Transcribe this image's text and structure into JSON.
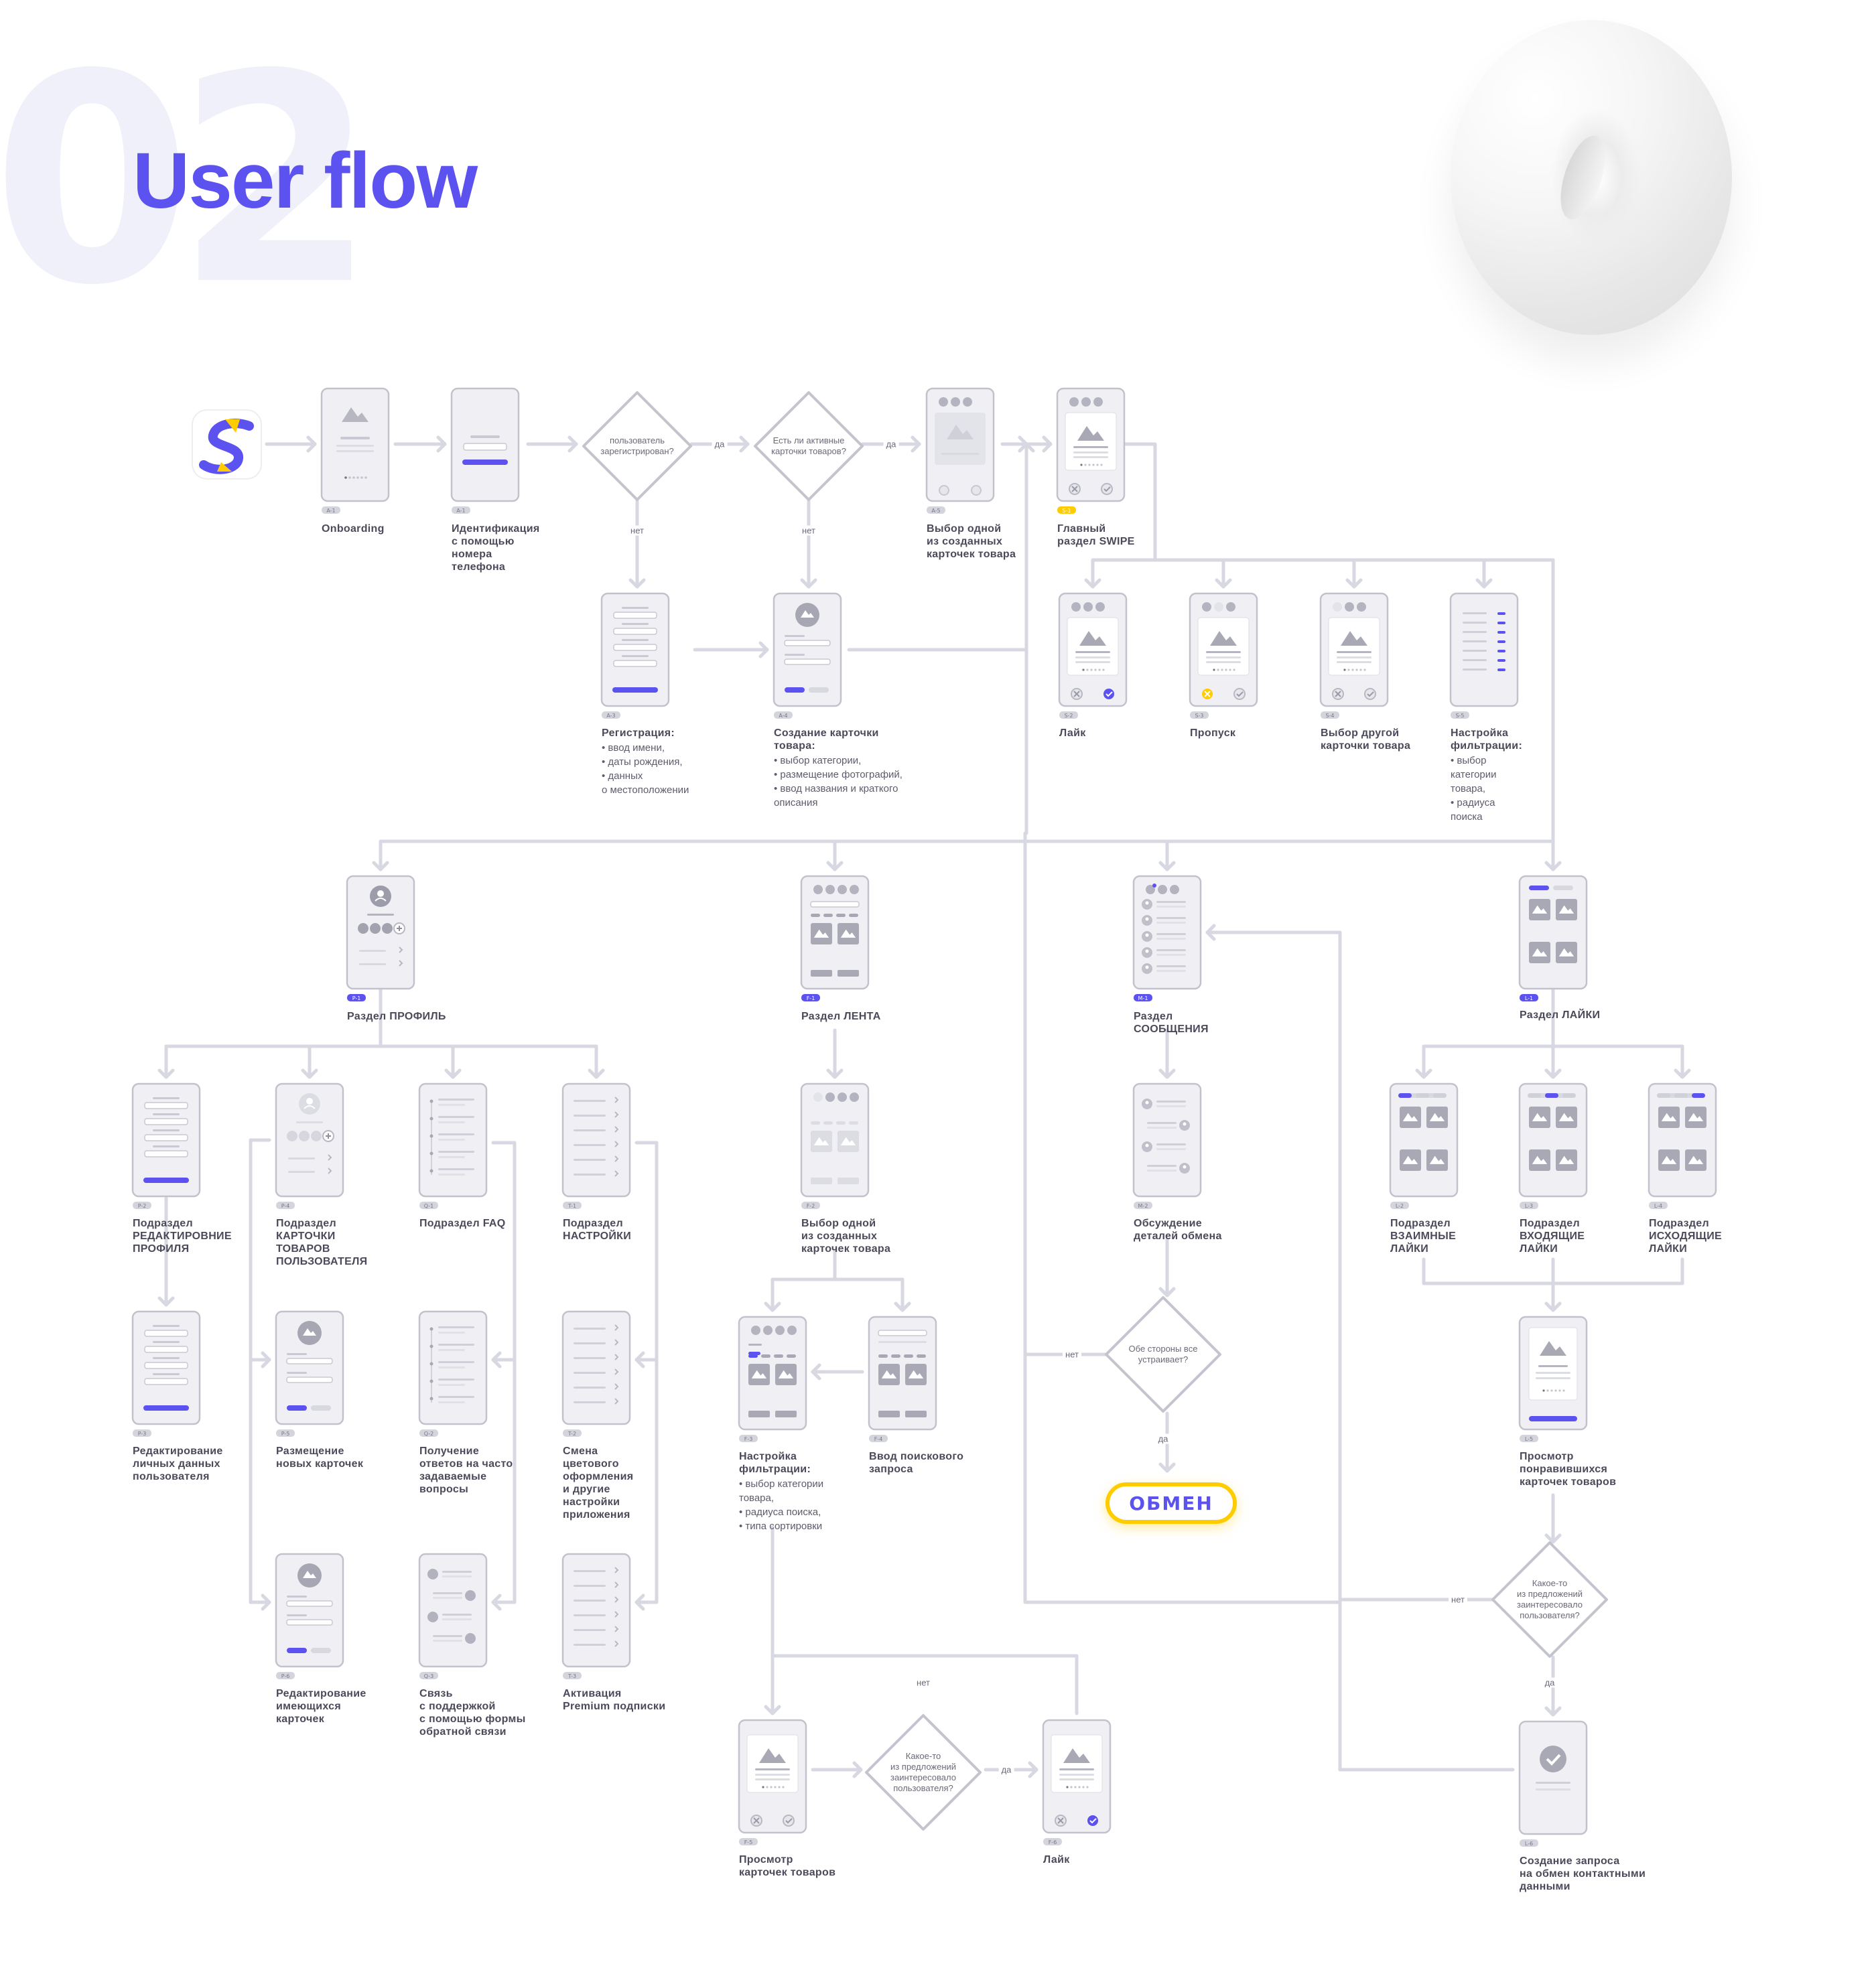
{
  "header": {
    "big_number": "02",
    "title": "User flow"
  },
  "colors": {
    "accent": "#5b52f0",
    "yellow": "#ffcc00",
    "line": "#d8d8e2",
    "phone": "#f0f0f4",
    "phone_border": "#c2c2cc",
    "ui_gray": "#c9c9d3"
  },
  "app_icon": "s-logo-icon",
  "decoration": "torus-3d",
  "terminal": {
    "label": "ОБМЕН"
  },
  "nodes": [
    {
      "id": "A-1",
      "title": "Onboarding",
      "bullets": []
    },
    {
      "id": "A-1",
      "title": "Идентификация\nс помощью\nномера\nтелефона",
      "bullets": []
    },
    {
      "id": "A-3",
      "title": "Регистрация:",
      "bullets": [
        "ввод имени,",
        "даты рождения,",
        "данных\nо местоположении"
      ]
    },
    {
      "id": "A-4",
      "title": "Создание карточки\nтовара:",
      "bullets": [
        "выбор категории,",
        "размещение фотографий,",
        "ввод названия и краткого\nописания"
      ]
    },
    {
      "id": "A-5",
      "title": "Выбор одной\nиз созданных\nкарточек товара",
      "bullets": []
    },
    {
      "id": "S-1",
      "title": "Главный\nраздел SWIPE",
      "bullets": []
    },
    {
      "id": "S-2",
      "title": "Лайк",
      "bullets": []
    },
    {
      "id": "S-3",
      "title": "Пропуск",
      "bullets": []
    },
    {
      "id": "S-4",
      "title": "Выбор другой\nкарточки товара",
      "bullets": []
    },
    {
      "id": "S-5",
      "title": "Настройка\nфильтрации:",
      "bullets": [
        "выбор\nкатегории\nтовара,",
        "радиуса\nпоиска"
      ]
    },
    {
      "id": "P-1",
      "title": "Раздел ПРОФИЛЬ",
      "bullets": []
    },
    {
      "id": "F-1",
      "title": "Раздел ЛЕНТА",
      "bullets": []
    },
    {
      "id": "M-1",
      "title": "Раздел\nСООБЩЕНИЯ",
      "bullets": []
    },
    {
      "id": "L-1",
      "title": "Раздел ЛАЙКИ",
      "bullets": []
    },
    {
      "id": "P-2",
      "title": "Подраздел\nРЕДАКТИРОВНИЕ\nПРОФИЛЯ",
      "bullets": []
    },
    {
      "id": "P-4",
      "title": "Подраздел\nКАРТОЧКИ\nТОВАРОВ\nПОЛЬЗОВАТЕЛЯ",
      "bullets": []
    },
    {
      "id": "Q-1",
      "title": "Подраздел FAQ",
      "bullets": []
    },
    {
      "id": "T-1",
      "title": "Подраздел\nНАСТРОЙКИ",
      "bullets": []
    },
    {
      "id": "P-3",
      "title": "Редактирование\nличных данных\nпользователя",
      "bullets": []
    },
    {
      "id": "P-5",
      "title": "Размещение\nновых карточек",
      "bullets": []
    },
    {
      "id": "Q-2",
      "title": "Получение\nответов на часто\nзадаваемые\nвопросы",
      "bullets": []
    },
    {
      "id": "T-2",
      "title": "Смена\nцветового\nоформления\nи другие\nнастройки\nприложения",
      "bullets": []
    },
    {
      "id": "P-6",
      "title": "Редактирование\nимеющихся\nкарточек",
      "bullets": []
    },
    {
      "id": "Q-3",
      "title": "Связь\nс поддержкой\nс помощью формы\nобратной связи",
      "bullets": []
    },
    {
      "id": "T-3",
      "title": "Активация\nPremium подписки",
      "bullets": []
    },
    {
      "id": "F-2",
      "title": "Выбор одной\nиз созданных\nкарточек товара",
      "bullets": []
    },
    {
      "id": "F-3",
      "title": "Настройка\nфильтрации:",
      "bullets": [
        "выбор категории\nтовара,",
        "радиуса поиска,",
        "типа сортировки"
      ]
    },
    {
      "id": "F-4",
      "title": "Ввод поискового\nзапроса",
      "bullets": []
    },
    {
      "id": "F-5",
      "title": "Просмотр\nкарточек товаров",
      "bullets": []
    },
    {
      "id": "F-6",
      "title": "Лайк",
      "bullets": []
    },
    {
      "id": "M-2",
      "title": "Обсуждение\nдеталей обмена",
      "bullets": []
    },
    {
      "id": "L-2",
      "title": "Подраздел\nВЗАИМНЫЕ\nЛАЙКИ",
      "bullets": []
    },
    {
      "id": "L-3",
      "title": "Подраздел\nВХОДЯЩИЕ\nЛАЙКИ",
      "bullets": []
    },
    {
      "id": "L-4",
      "title": "Подраздел\nИСХОДЯЩИЕ\nЛАЙКИ",
      "bullets": []
    },
    {
      "id": "L-5",
      "title": "Просмотр\nпонравившихся\nкарточек товаров",
      "bullets": []
    },
    {
      "id": "L-6",
      "title": "Создание запроса\nна обмен контактными\nданными",
      "bullets": []
    }
  ],
  "decisions": [
    {
      "text": "пользователь\nзарегистрирован?"
    },
    {
      "text": "Есть ли активные\nкарточки товаров?"
    },
    {
      "text": "Обе стороны все\nустраивает?"
    },
    {
      "text": "Какое-то\nиз предложений\nзаинтересовало\nпользователя?"
    },
    {
      "text": "Какое-то\nиз предложений\nзаинтересовало\nпользователя?"
    }
  ],
  "edge_labels": {
    "yes": "да",
    "no": "нет"
  }
}
